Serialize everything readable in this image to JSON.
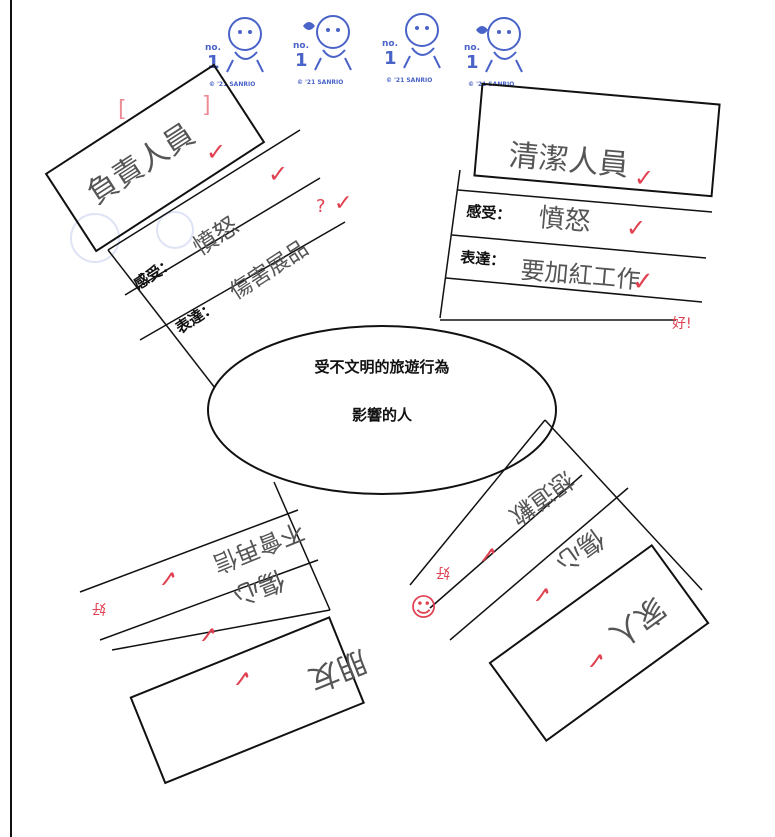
{
  "center": {
    "line1": "受不文明的旅遊行為",
    "line2": "影響的人"
  },
  "stamp": {
    "no": "no.",
    "num": "1",
    "copyright": "© '21 SANRIO",
    "count": 4,
    "color": "#4a63c8"
  },
  "top_left": {
    "role": "負責人員",
    "feeling_label": "感受：",
    "feeling_value": "憤怒",
    "express_label": "表達：",
    "express_value": "傷害展品",
    "mark": "?",
    "bracket": "[",
    "bracket_close": "]"
  },
  "top_right": {
    "role": "清潔人員",
    "feeling_label": "感受：",
    "feeling_value": "憤怒",
    "express_label": "表達：",
    "express_value": "要加紅工作",
    "comment": "好!"
  },
  "bottom_left": {
    "role": "朋友",
    "feeling_value": "傷心",
    "express_value": "不會再信"
  },
  "bottom_right": {
    "role": "家人",
    "feeling_value": "傷心",
    "express_value": "想道歉"
  },
  "marks": {
    "check": "✓",
    "smiley": "☺",
    "comment_pencil": "好"
  },
  "colors": {
    "ink": "#111111",
    "pencil": "#555555",
    "red": "#e04050",
    "stamp": "#4a63c8"
  }
}
